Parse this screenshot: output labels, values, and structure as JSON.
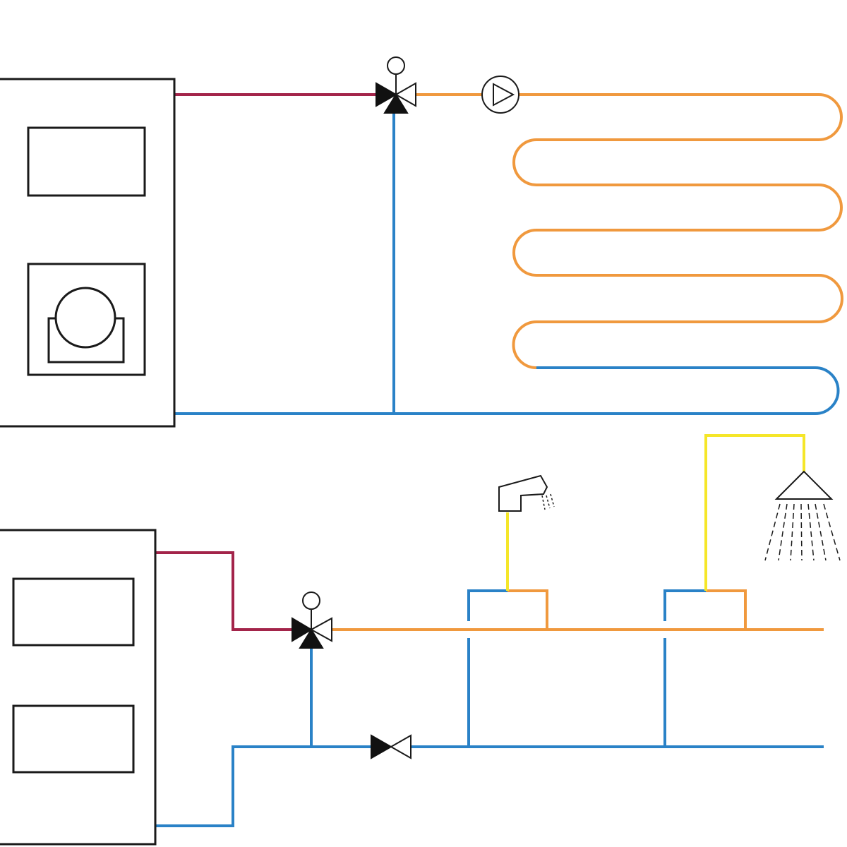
{
  "diagram": {
    "colors": {
      "supply_hot": "#a3244a",
      "mixed_flow": "#f0993e",
      "return": "#2a82c7",
      "domestic_hot": "#f5e629",
      "outline": "#1a1a1a"
    },
    "components": [
      "boiler-heating-unit",
      "three-way-mixing-valve-heating",
      "circulation-pump",
      "underfloor-heating-coil",
      "water-heater-unit",
      "three-way-mixing-valve-dhw",
      "check-valve",
      "sink-faucet",
      "shower-head"
    ]
  }
}
